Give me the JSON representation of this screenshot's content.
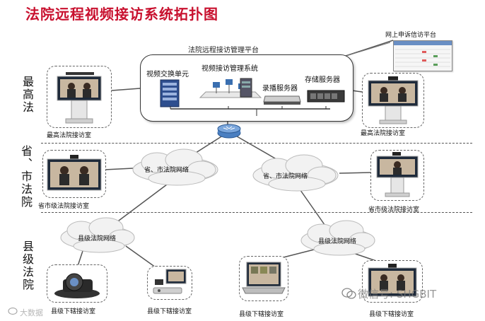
{
  "title": "法院远程视频接访系统拓扑图",
  "platform": {
    "title": "法院远程接访管理平台",
    "video_switch": "视频交换单元",
    "mgmt_system": "视频接访管理系统",
    "recording_server": "录播服务器",
    "storage_server": "存储服务器"
  },
  "web_portal": "网上申诉信访平台",
  "tiers": {
    "supreme": "最高法",
    "provincial": "省、市法院",
    "county": "县级法院"
  },
  "rooms": {
    "supreme_left": "最高法院接访室",
    "supreme_right": "最高法院接访室",
    "prov_left": "省市级法院接访室",
    "prov_right": "省市级法院接访室",
    "county_1": "县级下辖接访室",
    "county_2": "县级下辖接访室",
    "county_3": "县级下辖接访室",
    "county_4": "县级下辖接访室"
  },
  "clouds": {
    "prov_left": "省、市法院网络",
    "prov_right": "省、市法院网络",
    "county_left": "县级法院网络",
    "county_right": "县级法院网络"
  },
  "watermark": {
    "wechat": "微信号: SHGBIT",
    "weibo": "大数据"
  },
  "colors": {
    "title": "#c8102e",
    "router": "#4a7fc1"
  }
}
